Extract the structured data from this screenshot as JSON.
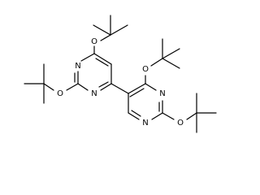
{
  "structure": {
    "atoms": {
      "o_top": "O",
      "n_ring1_upper": "N",
      "n_ring1_lower": "N",
      "o_left": "O",
      "o_right_upper": "O",
      "n_ring2_upper": "N",
      "n_ring2_lower": "N",
      "o_right_lower": "O"
    }
  }
}
